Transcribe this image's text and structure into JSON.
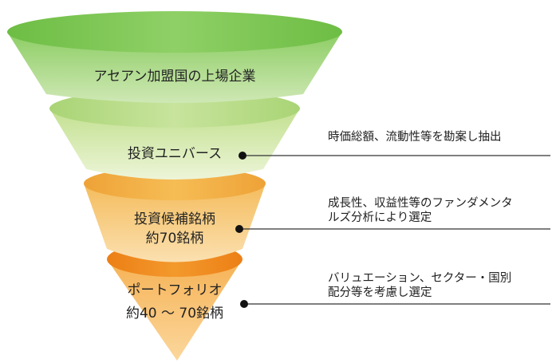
{
  "funnel": {
    "stages": [
      {
        "label": "アセアン加盟国の上場企業",
        "color": "#7fc75a"
      },
      {
        "label": "投資ユニバース",
        "color": "#b9dc86"
      },
      {
        "label": "投資候補銘柄",
        "sublabel": "約70銘柄",
        "color": "#f2b24a"
      },
      {
        "label": "ポートフォリオ",
        "sublabel": "約40 ～ 70銘柄",
        "color": "#f08c22"
      }
    ]
  },
  "annotations": [
    {
      "lines": [
        "時価総額、流動性等を勘案し抽出"
      ]
    },
    {
      "lines": [
        "成長性、収益性等のファンダメンタ",
        "ルズ分析により選定"
      ]
    },
    {
      "lines": [
        "バリュエーション、セクター・国別",
        "配分等を考慮し選定"
      ]
    }
  ]
}
